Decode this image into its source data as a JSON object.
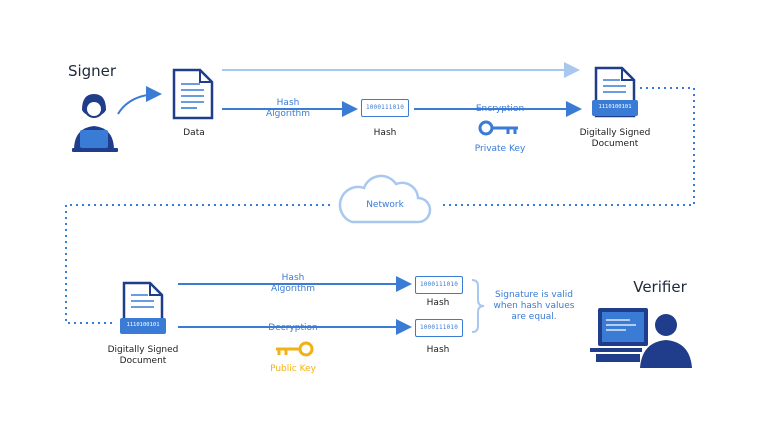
{
  "signer": {
    "label": "Signer"
  },
  "verifier": {
    "label": "Verifier"
  },
  "top": {
    "data_label": "Data",
    "hash_algorithm_label_line1": "Hash",
    "hash_algorithm_label_line2": "Algorithm",
    "hash_box_value": "1000111010",
    "hash_label": "Hash",
    "encryption_label": "Encryption",
    "private_key_label": "Private Key",
    "signed_doc_value": "1110100101",
    "signed_doc_label_line1": "Digitally Signed",
    "signed_doc_label_line2": "Document"
  },
  "network": {
    "label": "Network"
  },
  "bottom": {
    "signed_doc_value": "1110100101",
    "signed_doc_label_line1": "Digitally Signed",
    "signed_doc_label_line2": "Document",
    "hash_algorithm_label_line1": "Hash",
    "hash_algorithm_label_line2": "Algorithm",
    "decryption_label": "Decryption",
    "public_key_label": "Public Key",
    "hash_box_1_value": "1000111010",
    "hash_box_1_label": "Hash",
    "hash_box_2_value": "1000111010",
    "hash_box_2_label": "Hash",
    "result_line1": "Signature is valid",
    "result_line2": "when hash values",
    "result_line3": "are equal."
  },
  "colors": {
    "primary": "#3a7bd5",
    "dark_navy": "#1f3d8a",
    "light_blue": "#a8c8f0",
    "key_gold": "#f0b215"
  }
}
